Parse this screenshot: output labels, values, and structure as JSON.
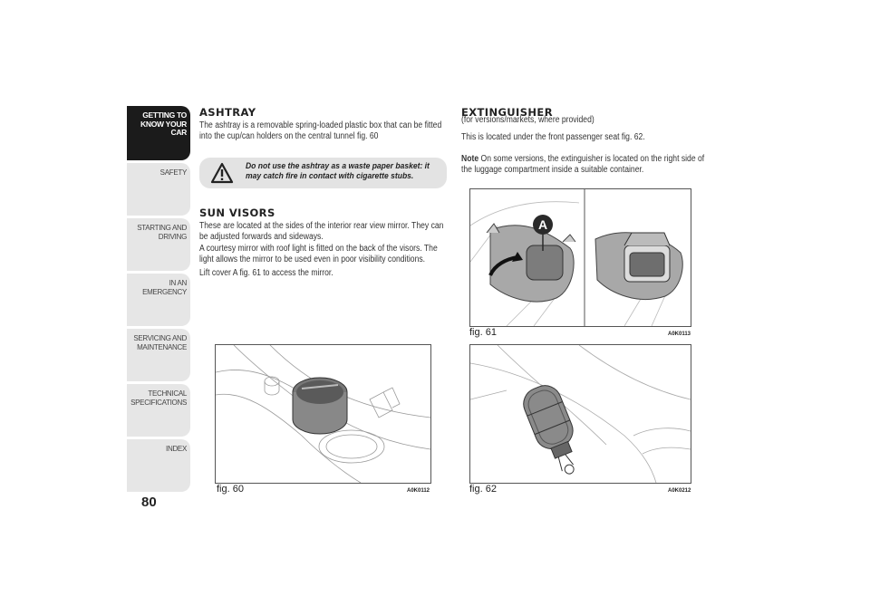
{
  "sidebar": {
    "tabs": [
      {
        "label": "GETTING TO KNOW YOUR CAR",
        "active": true
      },
      {
        "label": "SAFETY",
        "active": false
      },
      {
        "label": "STARTING AND DRIVING",
        "active": false
      },
      {
        "label": "IN AN EMERGENCY",
        "active": false
      },
      {
        "label": "SERVICING AND MAINTENANCE",
        "active": false
      },
      {
        "label": "TECHNICAL SPECIFICATIONS",
        "active": false
      },
      {
        "label": "INDEX",
        "active": false
      }
    ],
    "page_number": "80"
  },
  "left": {
    "ashtray_title": "ASHTRAY",
    "ashtray_text": "The ashtray is a removable spring-loaded plastic box that can be fitted into the cup/can holders on the central tunnel fig. 60",
    "warning": "Do not use the ashtray as a waste paper basket: it may catch fire in contact with cigarette stubs.",
    "sun_title": "SUN VISORS",
    "sun_p1": "These are located at the sides of the interior rear view mirror. They can be adjusted forwards and sideways.",
    "sun_p2": "A courtesy mirror with roof light is fitted on the back of the visors. The light allows the mirror to be used even in poor visibility conditions.",
    "sun_p3": "Lift cover A fig. 61 to access the mirror."
  },
  "right": {
    "ext_title": "EXTINGUISHER",
    "ext_sub": "(for versions/markets, where provided)",
    "ext_p1": "This is located under the front passenger seat fig. 62.",
    "note_label": "Note",
    "note_text": "On some versions, the extinguisher is located on the right side of the luggage compartment inside a suitable container."
  },
  "figures": {
    "fig60": {
      "caption": "fig. 60",
      "code": "A0K0112"
    },
    "fig61": {
      "caption": "fig. 61",
      "code": "A0K0113",
      "label": "A"
    },
    "fig62": {
      "caption": "fig. 62",
      "code": "A0K0212"
    }
  },
  "colors": {
    "active_tab": "#1b1b1b",
    "tab": "#e6e6e6",
    "warning_bg": "#e3e3e3"
  }
}
